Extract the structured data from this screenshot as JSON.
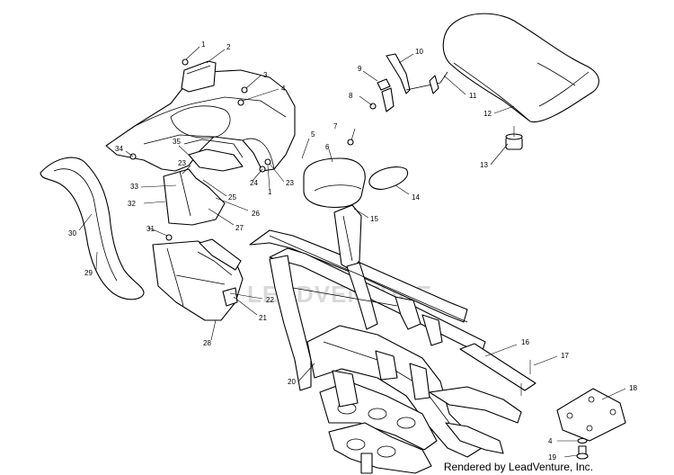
{
  "callouts": [
    "1",
    "2",
    "3",
    "4",
    "5",
    "6",
    "7",
    "8",
    "9",
    "10",
    "11",
    "12",
    "13",
    "14",
    "15",
    "16",
    "17",
    "18",
    "19",
    "20",
    "21",
    "22",
    "23",
    "24",
    "25",
    "26",
    "27",
    "28",
    "29",
    "30",
    "31",
    "32",
    "33",
    "34",
    "35"
  ],
  "watermark": "LEADVENTURE",
  "credit": "Rendered by LeadVenture, Inc."
}
